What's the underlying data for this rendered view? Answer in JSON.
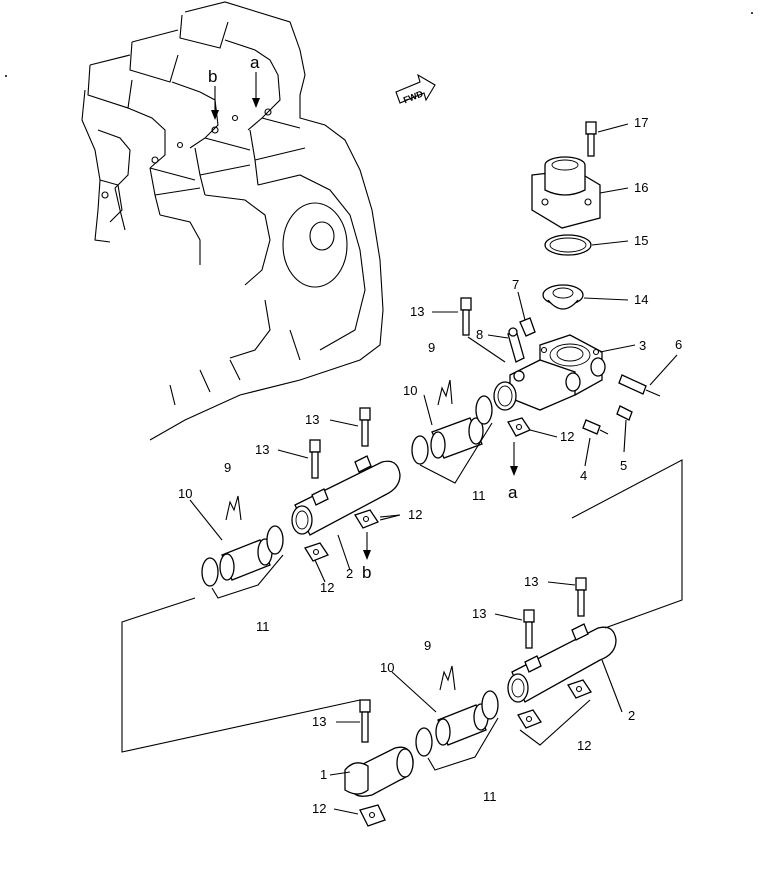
{
  "fwd_label": "FWD",
  "callouts": {
    "p1": "1",
    "p2a": "2",
    "p2b": "2",
    "p3": "3",
    "p4": "4",
    "p5": "5",
    "p6": "6",
    "p7": "7",
    "p8": "8",
    "p9a": "9",
    "p9b": "9",
    "p9c": "9",
    "p10a": "10",
    "p10b": "10",
    "p10c": "10",
    "p11a": "11",
    "p11b": "11",
    "p11c": "11",
    "p12a": "12",
    "p12b": "12",
    "p12c": "12",
    "p12d": "12",
    "p12e": "12",
    "p13a": "13",
    "p13b": "13",
    "p13c": "13",
    "p13d": "13",
    "p13e": "13",
    "p13f": "13",
    "p14": "14",
    "p15": "15",
    "p16": "16",
    "p17": "17"
  },
  "refs": {
    "a_top": "a",
    "b_top": "b",
    "a_ref": "a",
    "b_ref": "b"
  }
}
